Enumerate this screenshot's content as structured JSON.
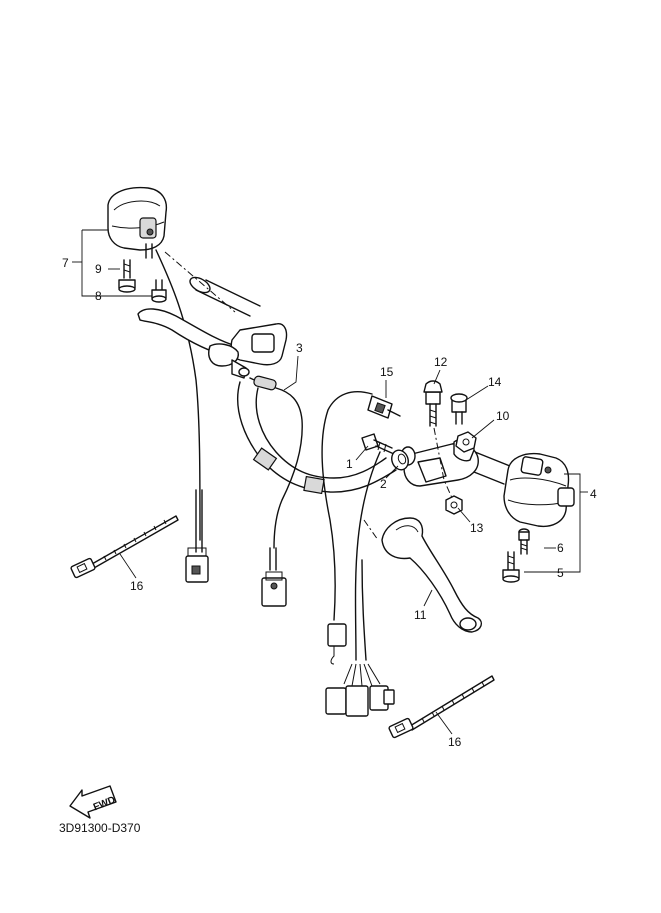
{
  "callouts": {
    "c1": "1",
    "c2": "2",
    "c3": "3",
    "c4": "4",
    "c5": "5",
    "c6": "6",
    "c7": "7",
    "c8": "8",
    "c9": "9",
    "c10": "10",
    "c11": "11",
    "c12": "12",
    "c13": "13",
    "c14": "14",
    "c15": "15",
    "c16a": "16",
    "c16b": "16"
  },
  "fwd_label": "FWD",
  "drawing_code": "3D91300-D370"
}
